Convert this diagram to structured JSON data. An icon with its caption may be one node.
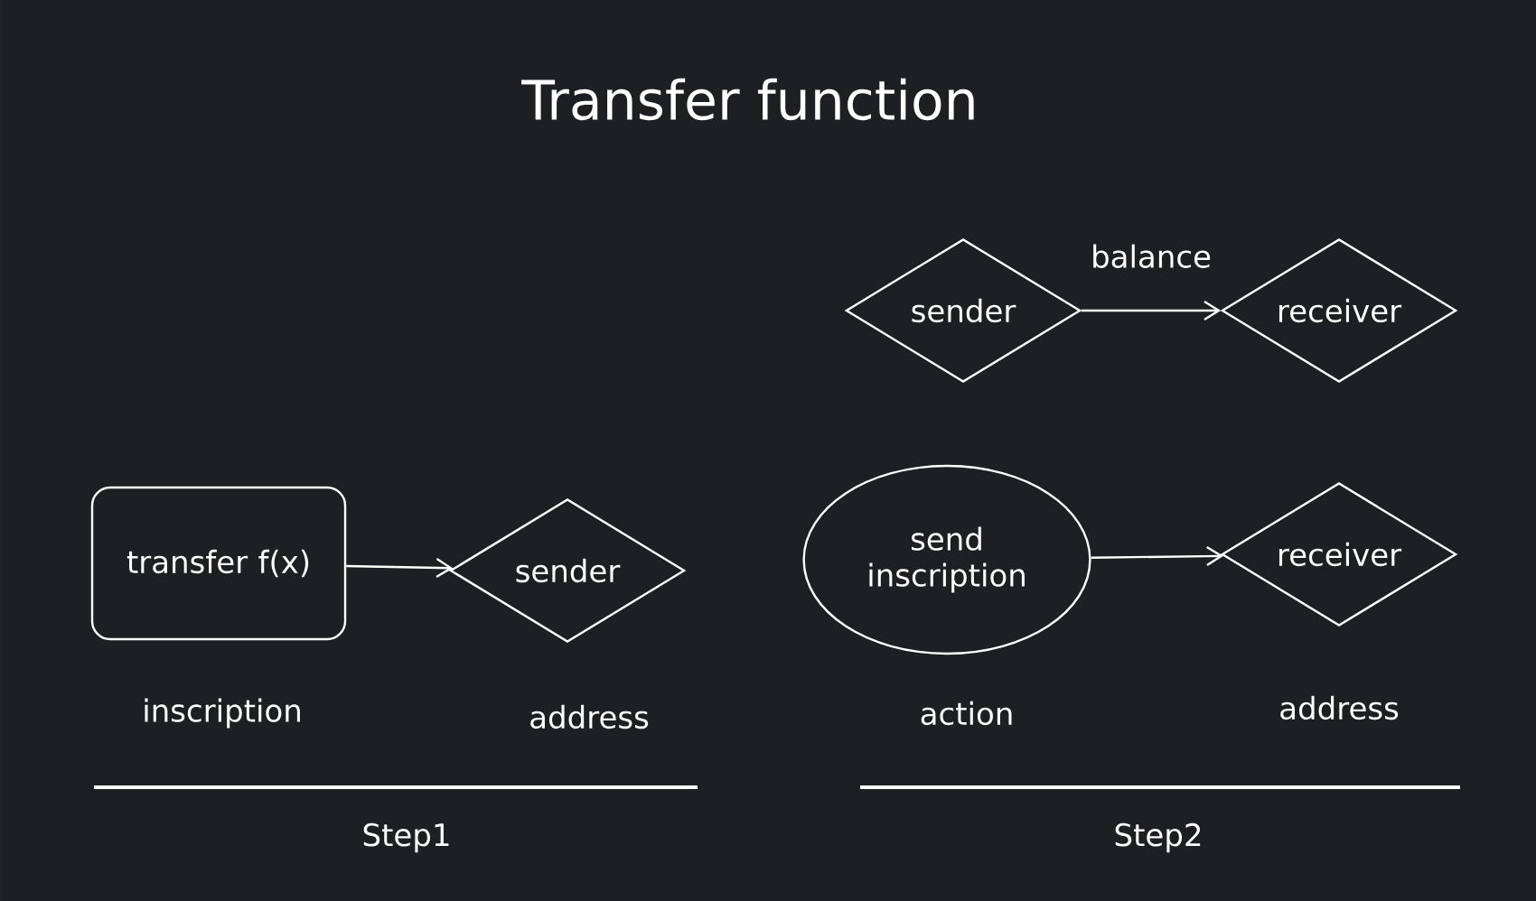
{
  "diagram": {
    "title": "Transfer function",
    "nodes": [
      {
        "text": [
          "sender"
        ]
      },
      {
        "text": [
          "receiver"
        ]
      },
      {
        "text": [
          "transfer f(x)"
        ],
        "beside": [
          "inscription"
        ]
      },
      {
        "text": [
          "sender"
        ],
        "beside": [
          "address"
        ]
      },
      {
        "text": [
          "send inscription"
        ],
        "beside": [
          "action"
        ]
      },
      {
        "text": [
          "receiver"
        ],
        "beside": [
          "address"
        ]
      }
    ],
    "edges": [
      {
        "from": 0,
        "to": 1,
        "arrow": "to",
        "label": "balance"
      },
      {
        "from": 2,
        "to": 3,
        "arrow": "to"
      },
      {
        "from": 4,
        "to": 5,
        "arrow": "to"
      }
    ],
    "labels": [
      "Step1",
      "Step2"
    ]
  }
}
